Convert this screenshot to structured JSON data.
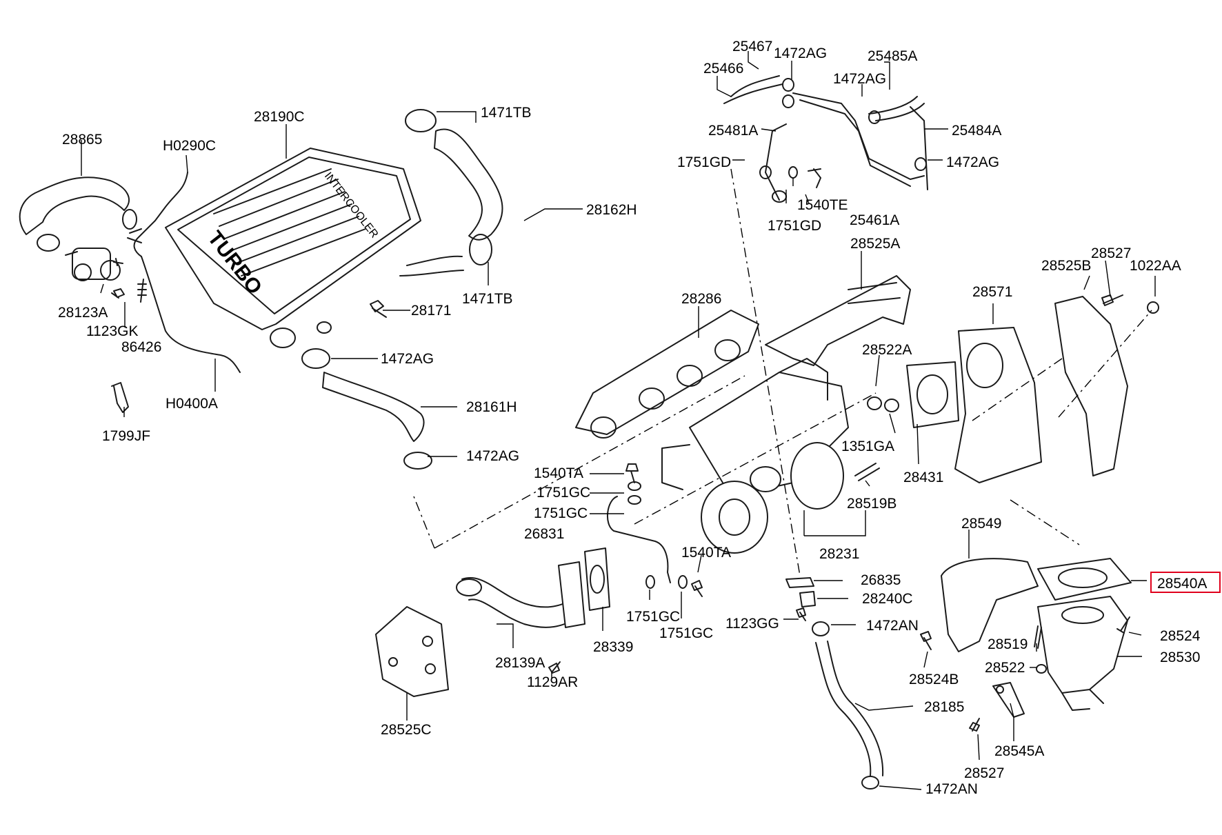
{
  "diagram": {
    "highlight_color": "#e0001b",
    "highlighted_label": "28540A",
    "labels": [
      "25467",
      "1472AG",
      "25485A",
      "25466",
      "1472AG",
      "1471TB",
      "28190C",
      "25481A",
      "25484A",
      "28865",
      "H0290C",
      "1751GD",
      "1472AG",
      "1540TE",
      "28162H",
      "25461A",
      "1751GD",
      "28525A",
      "1471TB",
      "28527",
      "28525B",
      "1022AA",
      "28123A",
      "28171",
      "28571",
      "28286",
      "1123GK",
      "86426",
      "28522A",
      "1472AG",
      "H0400A",
      "28161H",
      "1351GA",
      "28431",
      "1799JF",
      "1472AG",
      "1540TA",
      "1751GC",
      "28519B",
      "1751GC",
      "26831",
      "28549",
      "28231",
      "1540TA",
      "26835",
      "28540A",
      "28240C",
      "1751GC",
      "1751GC",
      "1123GG",
      "1472AN",
      "28524",
      "28519",
      "28339",
      "28139A",
      "28530",
      "28522",
      "28524B",
      "1129AR",
      "28185",
      "28525C",
      "28545A",
      "28527",
      "1472AN"
    ]
  }
}
